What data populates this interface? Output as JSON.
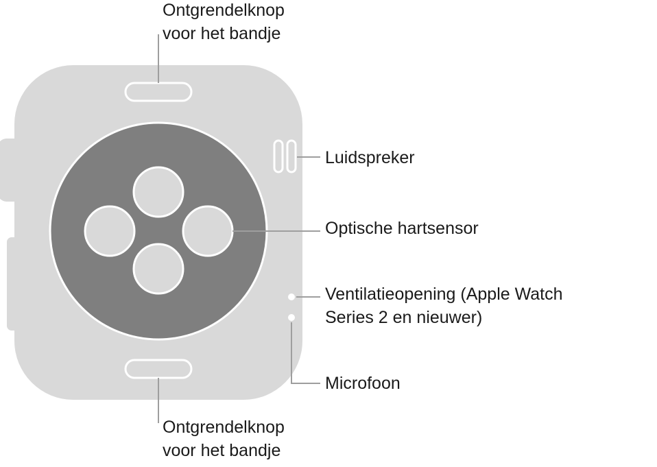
{
  "colors": {
    "case": "#d9d9d9",
    "case_outline": "#ffffff",
    "sensor_disc": "#7f7f7f",
    "lens": "#d9d9d9",
    "leader_line": "#9e9e9e",
    "text": "#1a1a1a"
  },
  "callouts": {
    "band_release_top": {
      "line1": "Ontgrendelknop",
      "line2": "voor het bandje"
    },
    "speaker": {
      "text": "Luidspreker"
    },
    "heart_sensor": {
      "text": "Optische hartsensor"
    },
    "vent": {
      "line1": "Ventilatieopening (Apple Watch",
      "line2": "Series 2 en nieuwer)"
    },
    "microphone": {
      "text": "Microfoon"
    },
    "band_release_bottom": {
      "line1": "Ontgrendelknop",
      "line2": "voor het bandje"
    }
  }
}
